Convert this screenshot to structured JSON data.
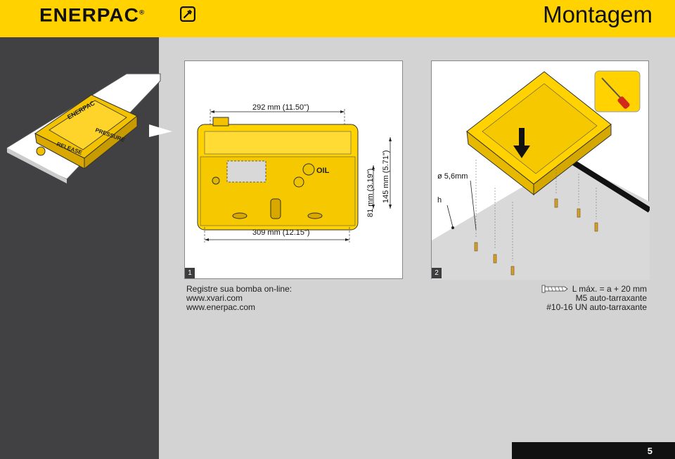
{
  "header": {
    "brand": "ENERPAC",
    "title": "Montagem",
    "brand_color": "#ffd200",
    "icon": "hand-tool-icon"
  },
  "figure1": {
    "step": "1",
    "dim_width_top": "292 mm (11.50\")",
    "dim_width_bottom": "309 mm (12.15\")",
    "dim_height_small": "81 mm (3.19\")",
    "dim_height_large": "145 mm (5.71\")",
    "oil_label": "OIL"
  },
  "figure2": {
    "step": "2",
    "hole_diameter": "ø 5,6mm",
    "h_label": "h"
  },
  "registration": {
    "line1": "Registre sua bomba on-line:",
    "line2": "www.xvari.com",
    "line3": "www.enerpac.com"
  },
  "screw_spec": {
    "line1": "L máx. = a + 20 mm",
    "line2": "M5 auto-tarraxante",
    "line3": "#10-16 UN auto-tarraxante"
  },
  "pump_labels": {
    "release": "RELEASE",
    "pressure": "PRESSURE",
    "brand": "ENERPAC"
  },
  "page_number": "5"
}
